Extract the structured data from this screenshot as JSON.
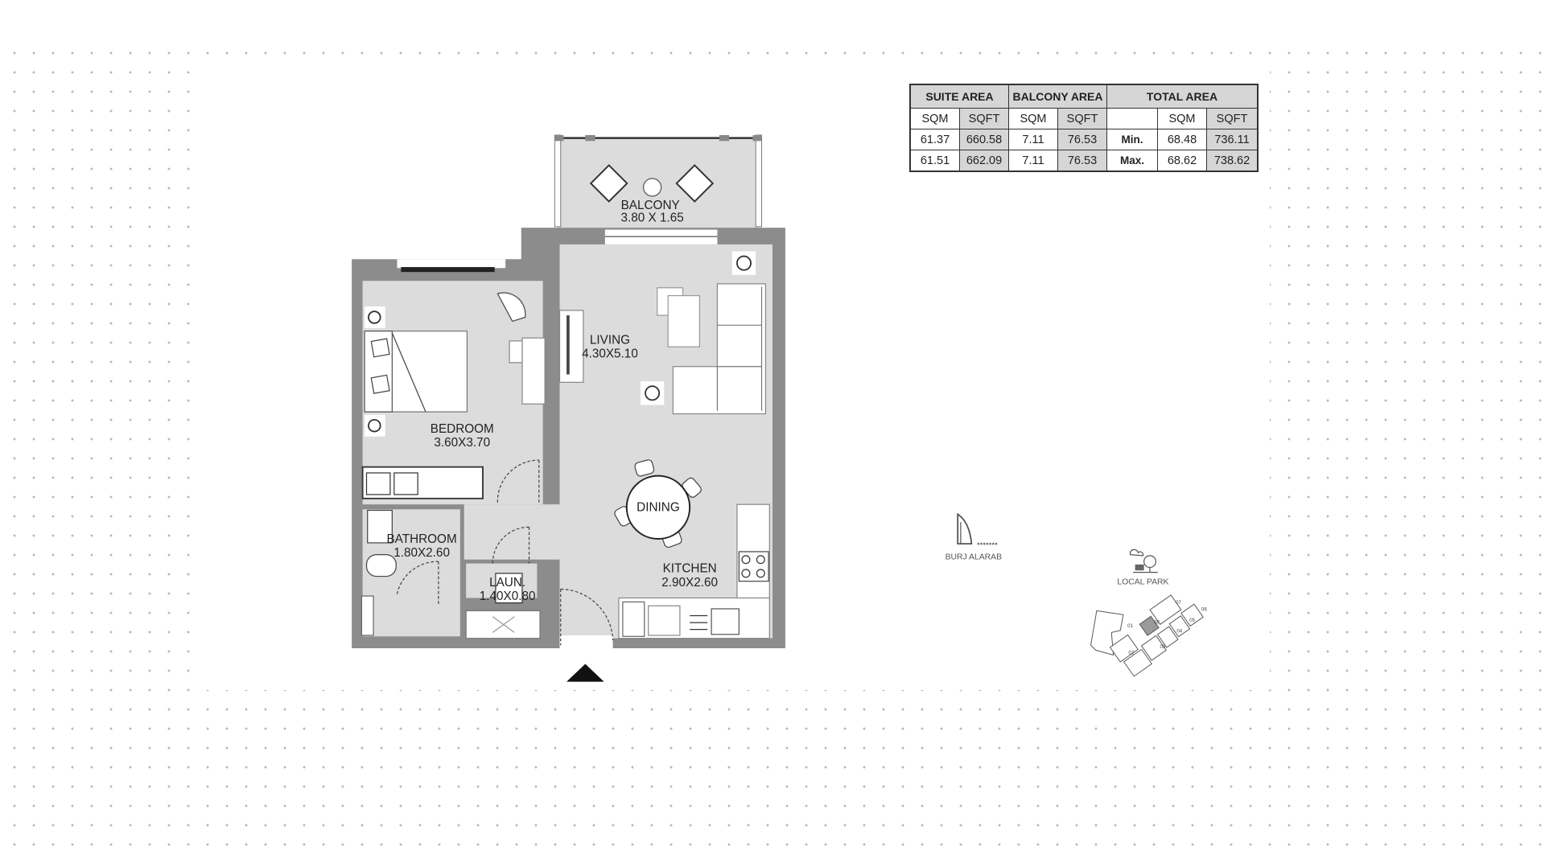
{
  "area_table": {
    "headers": [
      "SUITE AREA",
      "BALCONY AREA",
      "TOTAL AREA"
    ],
    "units": [
      "SQM",
      "SQFT",
      "SQM",
      "SQFT",
      "",
      "SQM",
      "SQFT"
    ],
    "rows": [
      {
        "suite_sqm": "61.37",
        "suite_sqft": "660.58",
        "balcony_sqm": "7.11",
        "balcony_sqft": "76.53",
        "label": "Min.",
        "total_sqm": "68.48",
        "total_sqft": "736.11"
      },
      {
        "suite_sqm": "61.51",
        "suite_sqft": "662.09",
        "balcony_sqm": "7.11",
        "balcony_sqft": "76.53",
        "label": "Max.",
        "total_sqm": "68.62",
        "total_sqft": "738.62"
      }
    ]
  },
  "rooms": {
    "balcony": {
      "name": "BALCONY",
      "size": "3.80 X 1.65"
    },
    "living": {
      "name": "LIVING",
      "size": "4.30X5.10"
    },
    "bedroom": {
      "name": "BEDROOM",
      "size": "3.60X3.70"
    },
    "bathroom": {
      "name": "BATHROOM",
      "size": "1.80X2.60"
    },
    "laundry": {
      "name": "LAUN.",
      "size": "1.40X0.80"
    },
    "kitchen": {
      "name": "KITCHEN",
      "size": "2.90X2.60"
    },
    "dining": {
      "name": "DINING"
    }
  },
  "landmarks": {
    "burj": "BURJ ALARAB",
    "park": "LOCAL PARK"
  },
  "site_units": [
    "01",
    "02",
    "03",
    "04",
    "05",
    "06",
    "07",
    "08"
  ],
  "colors": {
    "wall": "#8c8c8c",
    "floor": "#dcdcdc",
    "highlight_unit": "#9a9a9a"
  }
}
